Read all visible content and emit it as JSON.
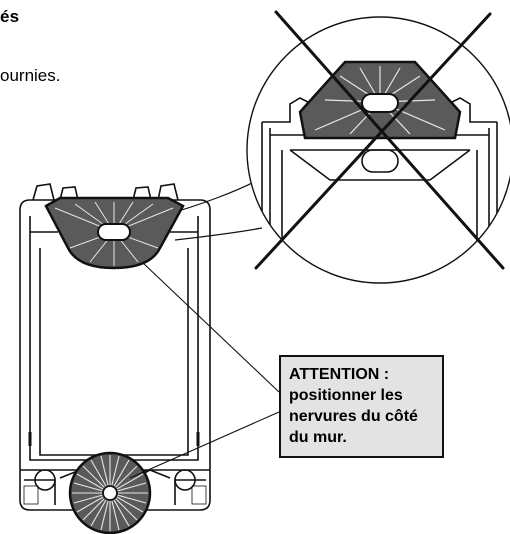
{
  "fragments": {
    "heading": "és",
    "text": "ournies."
  },
  "note": {
    "lines": [
      "ATTENTION :",
      "positionner les",
      "nervures du côté",
      "du mur."
    ]
  },
  "colors": {
    "part_fill": "#5a5a5a",
    "box_fill": "#e3e3e3",
    "line": "#111111"
  }
}
